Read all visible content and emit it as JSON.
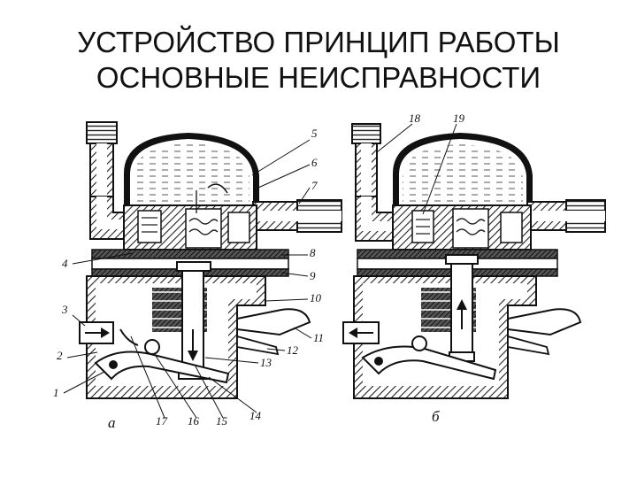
{
  "slide": {
    "title_line1": "УСТРОЙСТВО ПРИНЦИП РАБОТЫ",
    "title_line2": "ОСНОВНЫЕ НЕИСПРАВНОСТИ"
  },
  "figure_a": {
    "caption": "а",
    "labels": {
      "l1": "1",
      "l2": "2",
      "l3": "3",
      "l4": "4",
      "l5": "5",
      "l6": "6",
      "l7": "7",
      "l8": "8",
      "l9": "9",
      "l10": "10",
      "l11": "11",
      "l12": "12",
      "l13": "13",
      "l14": "14",
      "l15": "15",
      "l16": "16",
      "l17": "17"
    }
  },
  "figure_b": {
    "caption": "б",
    "labels": {
      "l18": "18",
      "l19": "19"
    }
  }
}
